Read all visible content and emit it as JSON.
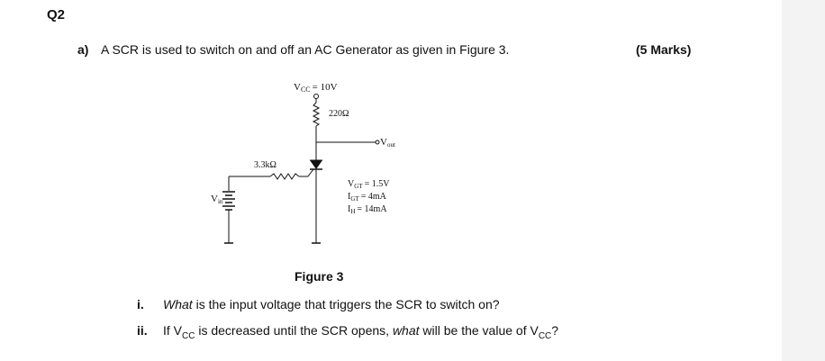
{
  "question": {
    "title": "Q2",
    "part_label": "a)",
    "part_text": "A SCR is used to switch on and off an AC Generator as given in Figure 3.",
    "marks": "(5 Marks)"
  },
  "figure": {
    "vcc_label": "V",
    "vcc_sub": "CC",
    "vcc_value": "= 10V",
    "r1_label": "220Ω",
    "r2_label": "3.3kΩ",
    "vout_label": "V",
    "vout_sub": "out",
    "vin_label": "V",
    "vin_sub": "in",
    "vgt_label": "V",
    "vgt_sub": "GT",
    "vgt_value": "= 1.5V",
    "igt_label": "I",
    "igt_sub": "GT",
    "igt_value": "= 4mA",
    "ih_label": "I",
    "ih_sub": "H",
    "ih_value": "= 14mA",
    "caption": "Figure 3"
  },
  "subquestions": [
    {
      "num": "i.",
      "pre": "",
      "em": "What",
      "post": " is the input voltage that triggers the SCR to switch on?"
    },
    {
      "num": "ii.",
      "pre": "If V",
      "sub1": "CC",
      "mid": " is decreased until the SCR opens, ",
      "em": "what",
      "post": " will be the value of V",
      "sub2": "CC",
      "end": "?"
    }
  ]
}
